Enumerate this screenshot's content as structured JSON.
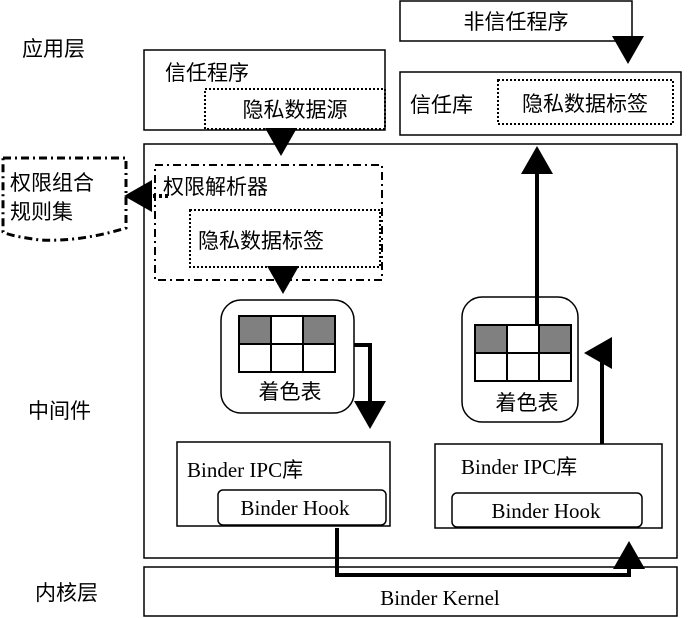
{
  "layers": {
    "app": "应用层",
    "middleware": "中间件",
    "kernel": "内核层"
  },
  "boxes": {
    "untrusted_program": "非信任程序",
    "trusted_program": "信任程序",
    "privacy_data_source": "隐私数据源",
    "trusted_lib": "信任库",
    "trusted_lib_tag": "隐私数据标签",
    "rule_set_line1": "权限组合",
    "rule_set_line2": "规则集",
    "permission_parser": "权限解析器",
    "parser_tag": "隐私数据标签",
    "color_table_left": "着色表",
    "color_table_right": "着色表",
    "binder_ipc_left": "Binder IPC库",
    "binder_hook_left": "Binder Hook",
    "binder_ipc_right": "Binder IPC库",
    "binder_hook_right": "Binder Hook",
    "binder_kernel": "Binder Kernel"
  },
  "color_tables": {
    "left": [
      [
        true,
        false,
        true
      ],
      [
        false,
        false,
        false
      ]
    ],
    "right": [
      [
        true,
        false,
        true
      ],
      [
        false,
        false,
        false
      ]
    ],
    "shaded_color": "#808080"
  }
}
